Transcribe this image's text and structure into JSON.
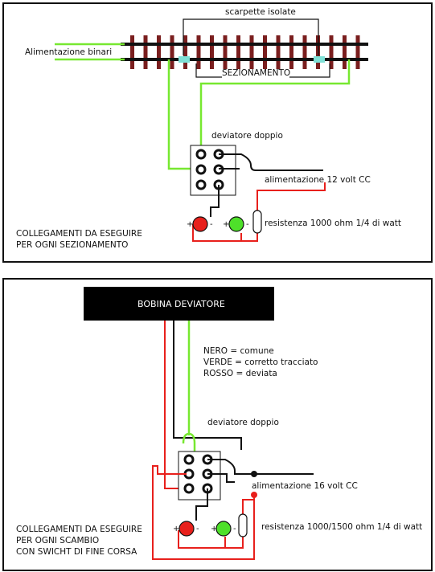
{
  "panel1": {
    "label_track_power": "Alimentazione binari",
    "label_insulated_joiners": "scarpette isolate",
    "label_section": "SEZIONAMENTO",
    "label_switch": "deviatore doppio",
    "label_power": "alimentazione 12 volt CC",
    "label_resistor": "resistenza 1000 ohm 1/4 di watt",
    "caption_line1": "COLLEGAMENTI DA ESEGUIRE",
    "caption_line2": "PER OGNI SEZIONAMENTO",
    "led_red_plus": "+",
    "led_red_minus": "-",
    "led_green_plus": "+",
    "led_green_minus": "-"
  },
  "panel2": {
    "label_coil": "BOBINA DEVIATORE",
    "legend_line1": "NERO = comune",
    "legend_line2": "VERDE = corretto tracciato",
    "legend_line3": "ROSSO = deviata",
    "label_switch": "deviatore doppio",
    "label_power": "alimentazione 16 volt CC",
    "label_resistor": "resistenza 1000/1500 ohm 1/4 di watt",
    "caption_line1": "COLLEGAMENTI DA ESEGUIRE",
    "caption_line2": "PER OGNI SCAMBIO",
    "caption_line3": "CON SWICHT DI FINE CORSA",
    "led_red_plus": "+",
    "led_red_minus": "-",
    "led_green_plus": "+",
    "led_green_minus": "-"
  },
  "colors": {
    "wire_green": "#77e830",
    "wire_red": "#e8201c",
    "wire_black": "#111111",
    "rail": "#111111",
    "sleeper": "#7a1e1e",
    "insulator": "#7fe0d6",
    "coil_box": "#000000"
  }
}
